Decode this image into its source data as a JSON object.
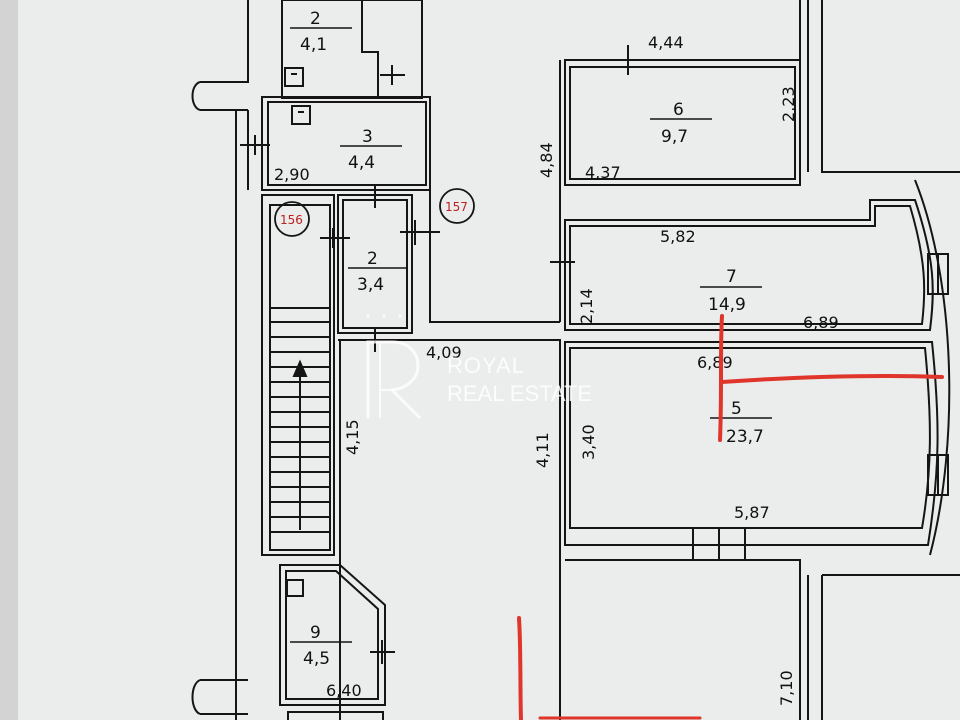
{
  "rooms": {
    "r2_top": {
      "number": "2",
      "area": "4,1"
    },
    "r3": {
      "number": "3",
      "area": "4,4"
    },
    "r2_mid": {
      "number": "2",
      "area": "3,4"
    },
    "r6": {
      "number": "6",
      "area": "9,7"
    },
    "r7": {
      "number": "7",
      "area": "14,9"
    },
    "r5": {
      "number": "5",
      "area": "23,7"
    },
    "r9": {
      "number": "9",
      "area": "4,5"
    }
  },
  "dimensions": {
    "d444": "4,44",
    "d223": "2,23",
    "d484": "4,84",
    "d437": "4,37",
    "d290": "2,90",
    "d582": "5,82",
    "d214": "2,14",
    "d689a": "6,89",
    "d689b": "6,89",
    "d409": "4,09",
    "d415": "4,15",
    "d411": "4,11",
    "d340": "3,40",
    "d587": "5,87",
    "d640": "6,40",
    "d710": "7,10"
  },
  "markers": {
    "m156": "156",
    "m157": "157"
  },
  "watermark": {
    "line1": "ROYAL",
    "line2": "REAL ESTATE",
    "logo_icon": "royal-r-logo-icon"
  },
  "colors": {
    "paper": "#eceded",
    "line": "#151515",
    "annotation": "#e0352b",
    "marker": "#b22222"
  }
}
